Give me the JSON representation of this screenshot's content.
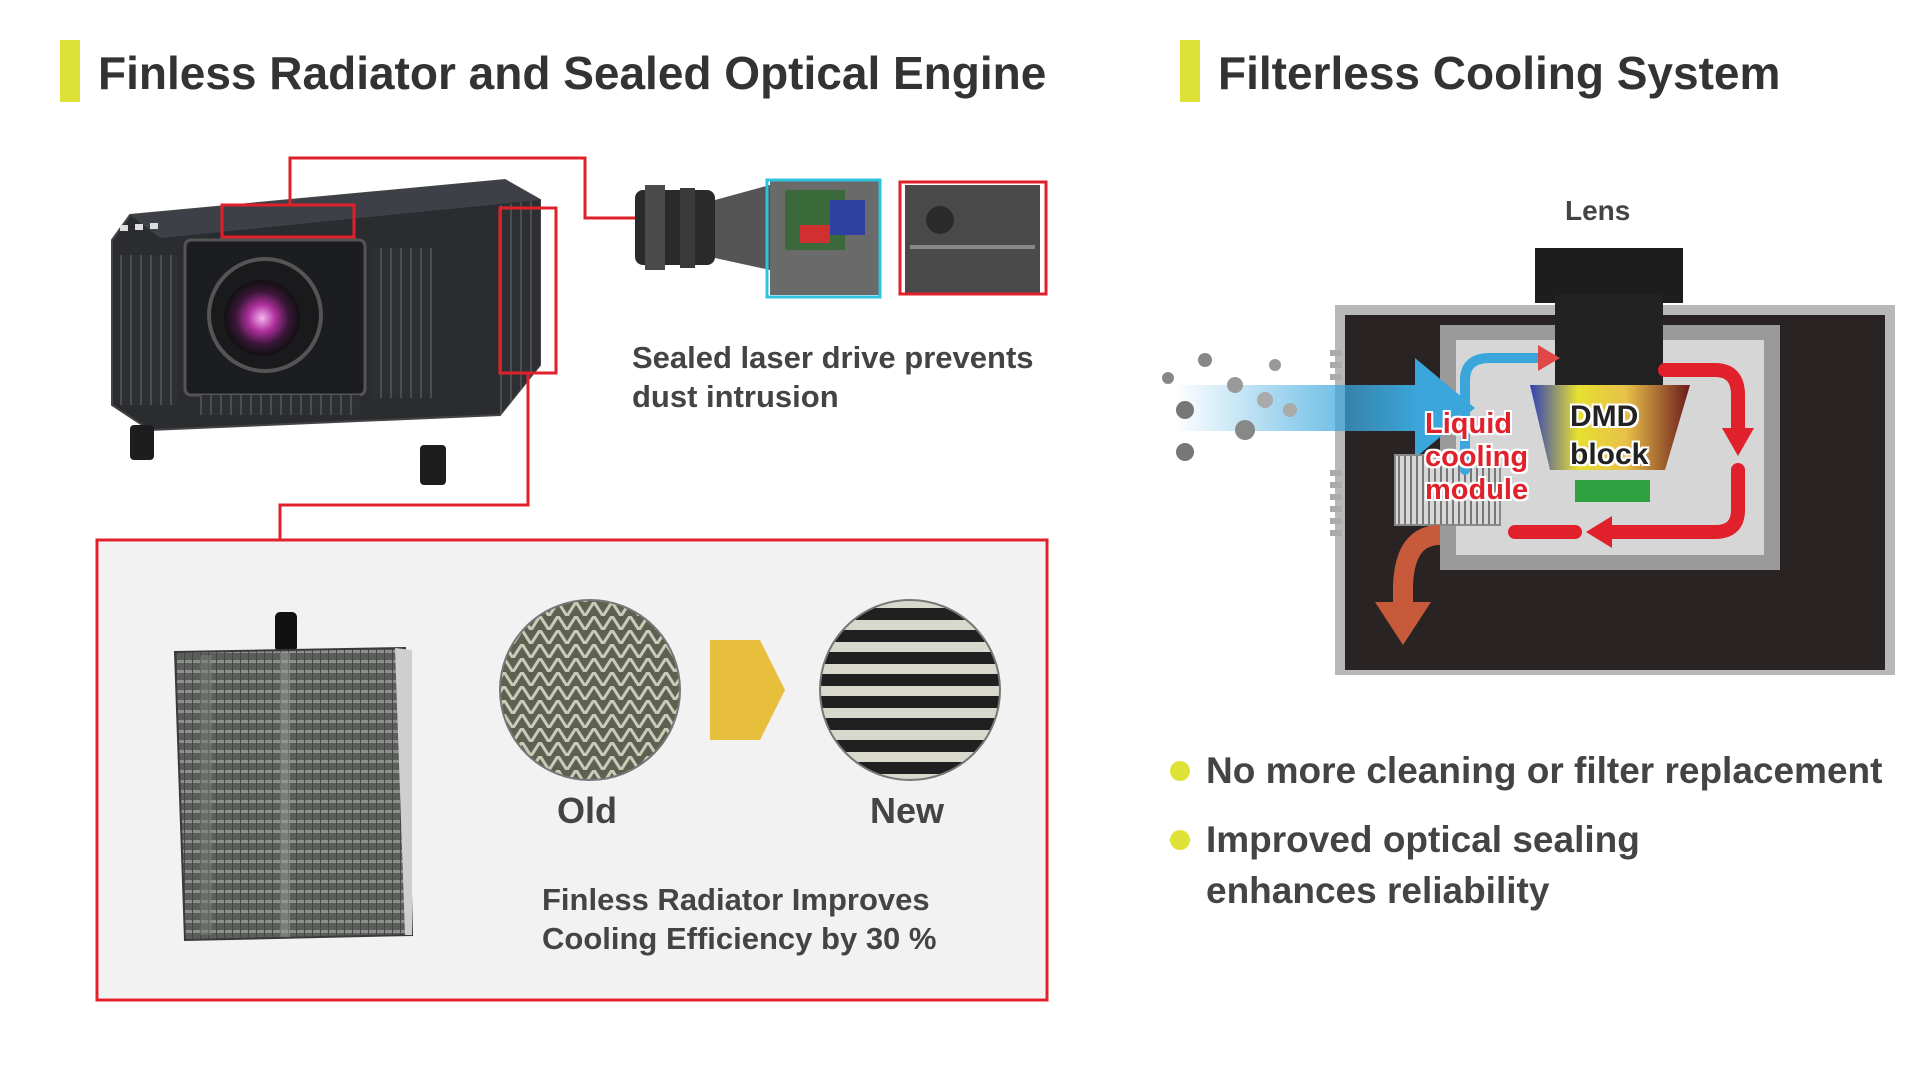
{
  "left_panel": {
    "heading": "Finless Radiator and Sealed Optical Engine",
    "sealed_caption": [
      "Sealed laser drive prevents",
      "dust intrusion"
    ],
    "old_label": "Old",
    "new_label": "New",
    "radiator_caption": [
      "Finless Radiator Improves",
      "Cooling Efficiency by 30 %"
    ]
  },
  "right_panel": {
    "heading": "Filterless Cooling System",
    "lens_label": "Lens",
    "liquid_label": [
      "Liquid",
      "cooling",
      "module"
    ],
    "dmd_label": [
      "DMD",
      "block"
    ],
    "bullets": [
      "No more cleaning or filter replacement",
      "Improved optical sealing\nenhances reliability"
    ]
  },
  "colors": {
    "accent_bar": "#dfe236",
    "highlight_red": "#e0202a",
    "highlight_cyan": "#2ec4e0",
    "airflow_blue": "#3ba6dc",
    "arrow_gold": "#e8bf3c"
  }
}
